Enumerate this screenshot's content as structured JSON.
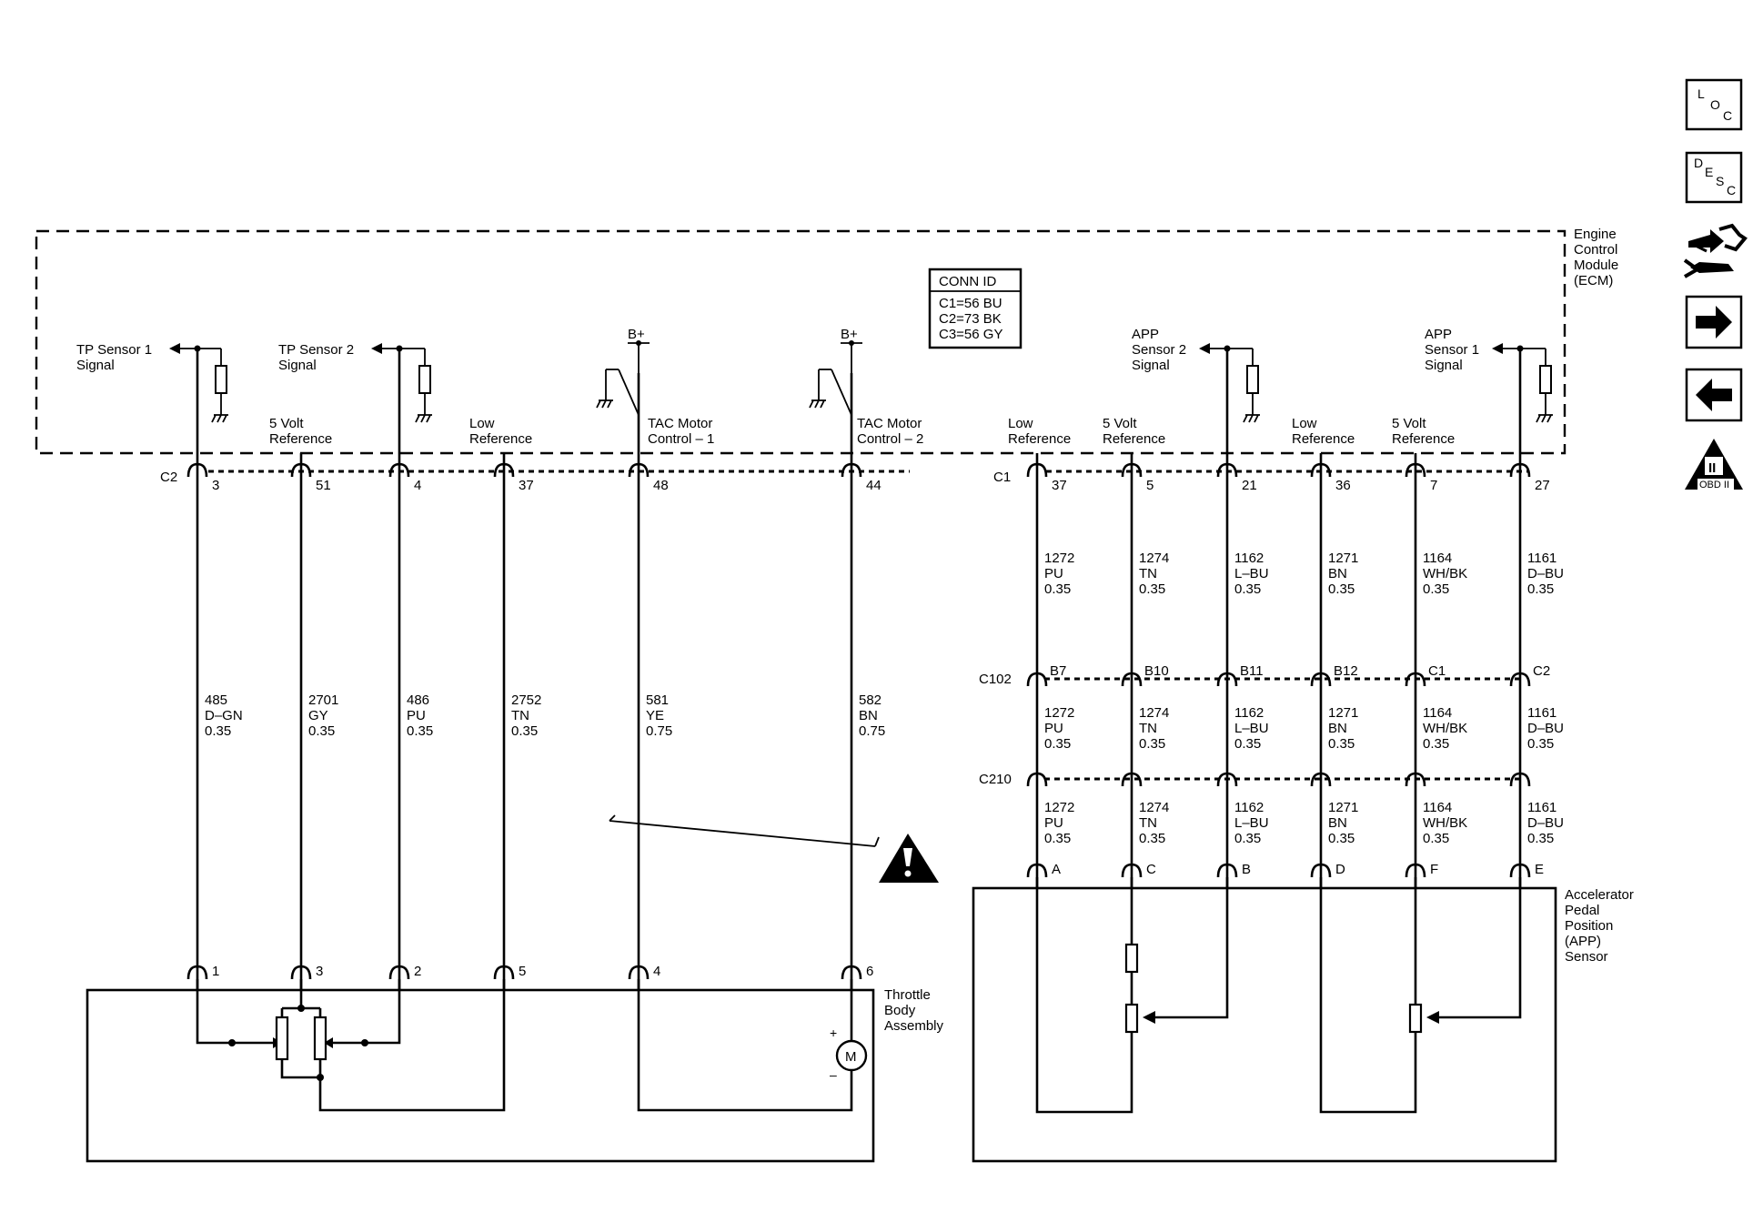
{
  "side_icons": {
    "loc": [
      "L",
      "O",
      "C"
    ],
    "desc": [
      "D",
      "E",
      "S",
      "C"
    ],
    "obd": "OBD II",
    "obd_roman": "II"
  },
  "ecm": {
    "label": [
      "Engine",
      "Control",
      "Module",
      "(ECM)"
    ]
  },
  "conn_id": {
    "title": "CONN ID",
    "lines": [
      "C1=56 BU",
      "C2=73 BK",
      "C3=56 GY"
    ]
  },
  "ecm_signals": {
    "tp1": [
      "TP Sensor 1",
      "Signal"
    ],
    "tp2": [
      "TP Sensor 2",
      "Signal"
    ],
    "app2": [
      "APP",
      "Sensor 2",
      "Signal"
    ],
    "app1": [
      "APP",
      "Sensor 1",
      "Signal"
    ],
    "bplus": "B+"
  },
  "ecm_pins": {
    "vref5_a": [
      "5 Volt",
      "Reference"
    ],
    "lowref_a": [
      "Low",
      "Reference"
    ],
    "tac1": [
      "TAC Motor",
      "Control – 1"
    ],
    "tac2": [
      "TAC Motor",
      "Control – 2"
    ],
    "lowref_b": [
      "Low",
      "Reference"
    ],
    "vref5_b": [
      "5 Volt",
      "Reference"
    ],
    "lowref_c": [
      "Low",
      "Reference"
    ],
    "vref5_c": [
      "5 Volt",
      "Reference"
    ]
  },
  "connectors": {
    "c2": "C2",
    "c1": "C1",
    "c102": "C102",
    "c210": "C210"
  },
  "c2_pins": [
    "3",
    "51",
    "4",
    "37",
    "48",
    "44"
  ],
  "c1_pins": [
    "37",
    "5",
    "21",
    "36",
    "7",
    "27"
  ],
  "c102_pins": [
    "B7",
    "B10",
    "B11",
    "B12",
    "C1",
    "C2"
  ],
  "app_pins": [
    "A",
    "C",
    "B",
    "D",
    "F",
    "E"
  ],
  "tb_pins": [
    "1",
    "3",
    "2",
    "5",
    "4",
    "6"
  ],
  "left_wires": [
    [
      "485",
      "D–GN",
      "0.35"
    ],
    [
      "2701",
      "GY",
      "0.35"
    ],
    [
      "486",
      "PU",
      "0.35"
    ],
    [
      "2752",
      "TN",
      "0.35"
    ],
    [
      "581",
      "YE",
      "0.75"
    ],
    [
      "582",
      "BN",
      "0.75"
    ]
  ],
  "right_wires": [
    [
      "1272",
      "PU",
      "0.35"
    ],
    [
      "1274",
      "TN",
      "0.35"
    ],
    [
      "1162",
      "L–BU",
      "0.35"
    ],
    [
      "1271",
      "BN",
      "0.35"
    ],
    [
      "1164",
      "WH/BK",
      "0.35"
    ],
    [
      "1161",
      "D–BU",
      "0.35"
    ]
  ],
  "throttle_body": {
    "label": [
      "Throttle",
      "Body",
      "Assembly"
    ],
    "motor": "M",
    "plus": "+",
    "minus": "–"
  },
  "app_sensor": {
    "label": [
      "Accelerator",
      "Pedal",
      "Position",
      "(APP)",
      "Sensor"
    ]
  }
}
